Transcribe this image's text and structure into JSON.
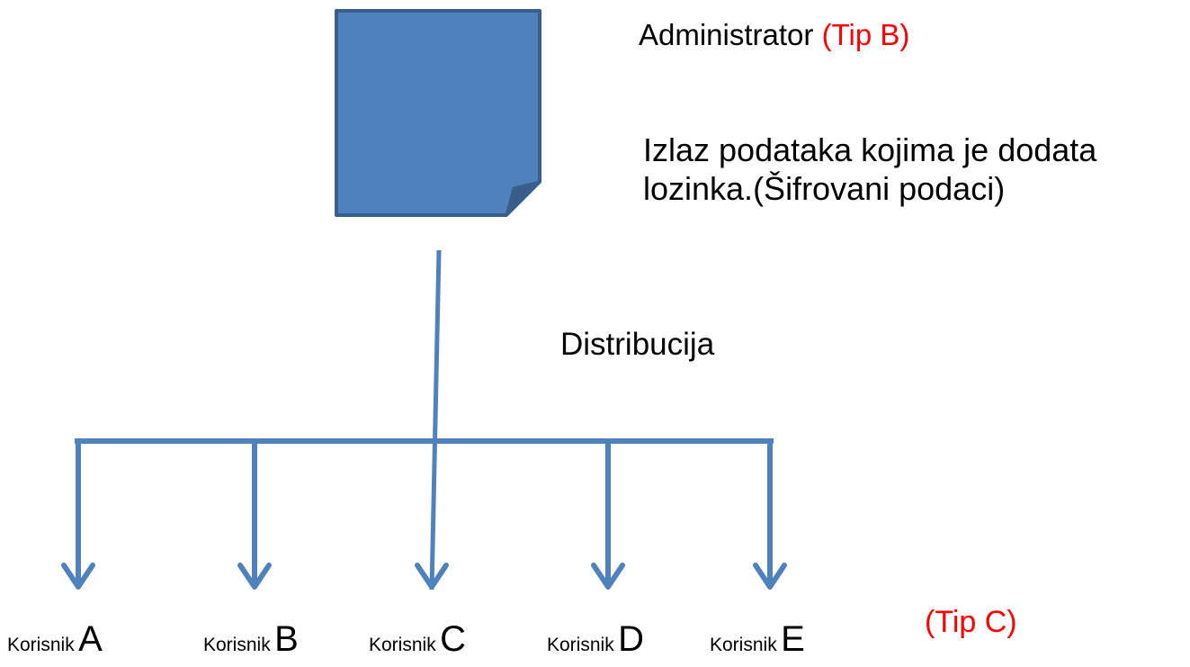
{
  "administrator": {
    "label": "Administrator",
    "type_label": "(Tip B)"
  },
  "description": {
    "line1": "Izlaz podataka kojima je dodata",
    "line2": "lozinka.(Šifrovani podaci)"
  },
  "distribution_label": "Distribucija",
  "users": [
    {
      "prefix": "Korisnik",
      "letter": "A"
    },
    {
      "prefix": "Korisnik",
      "letter": "B"
    },
    {
      "prefix": "Korisnik",
      "letter": "C"
    },
    {
      "prefix": "Korisnik",
      "letter": "D"
    },
    {
      "prefix": "Korisnik",
      "letter": "E"
    }
  ],
  "users_type_label": "(Tip C)",
  "colors": {
    "accent": "#4f81bd",
    "accent_dark": "#3a5f8c",
    "fold": "#385d8a",
    "label_red": "#ff0000"
  },
  "icons": {
    "document": "document-icon",
    "arrow": "arrow-down-icon"
  }
}
